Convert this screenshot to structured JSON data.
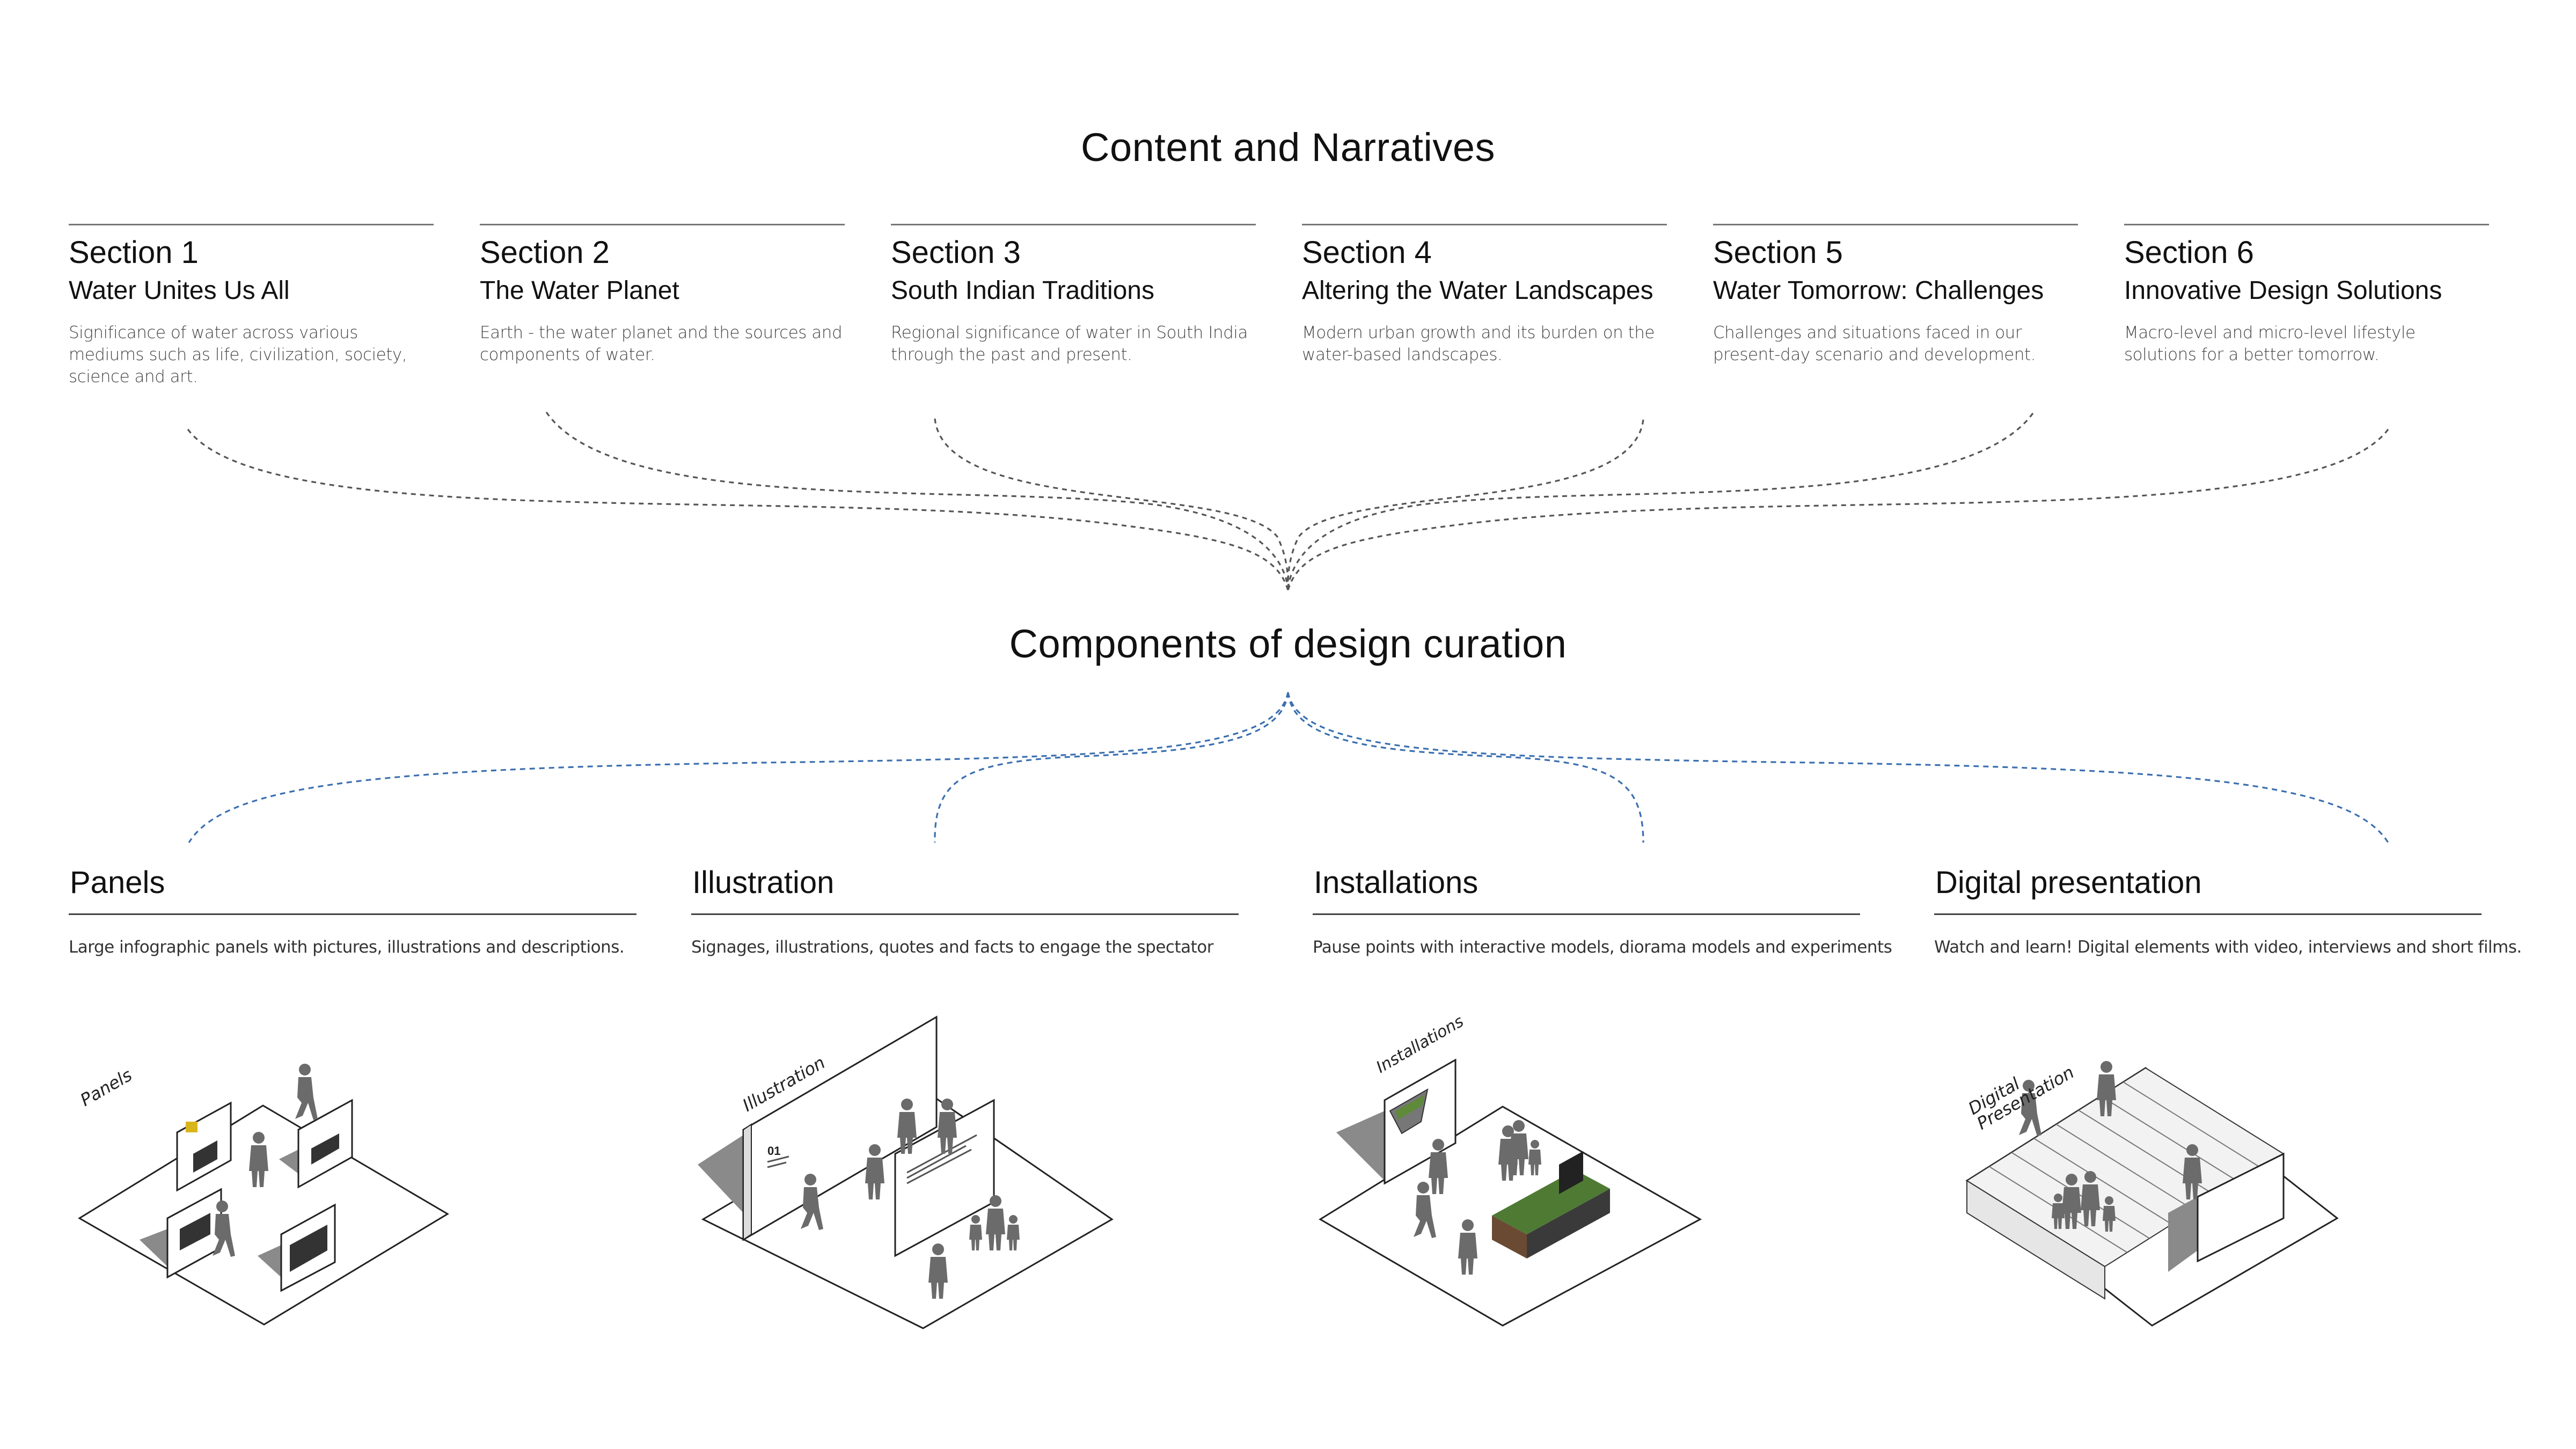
{
  "top_title": "Content and Narratives",
  "middle_title": "Components of design curation",
  "sections": [
    {
      "number": "Section 1",
      "name": "Water Unites Us All",
      "description": "Significance of water across various mediums such as life, civilization, society, science and art."
    },
    {
      "number": "Section 2",
      "name": "The Water Planet",
      "description": "Earth - the water planet and the sources and components of water."
    },
    {
      "number": "Section 3",
      "name": "South Indian Traditions",
      "description": "Regional significance of water in South India through the past and present."
    },
    {
      "number": "Section 4",
      "name": "Altering the Water Landscapes",
      "description": "Modern urban growth and its burden on the water-based landscapes."
    },
    {
      "number": "Section 5",
      "name": "Water Tomorrow: Challenges",
      "description": "Challenges and situations faced in our present-day scenario and development."
    },
    {
      "number": "Section 6",
      "name": "Innovative Design Solutions",
      "description": "Macro-level and micro-level lifestyle solutions for a better tomorrow."
    }
  ],
  "components": [
    {
      "heading": "Panels",
      "description": "Large infographic panels with pictures, illustrations and descriptions.",
      "vignette_label": "Panels"
    },
    {
      "heading": "Illustration",
      "description": "Signages, illustrations, quotes and facts to engage the spectator",
      "vignette_label": "Illustration"
    },
    {
      "heading": "Installations",
      "description": "Pause points with interactive models, diorama models and experiments",
      "vignette_label": "Installations"
    },
    {
      "heading": "Digital presentation",
      "description": "Watch and learn! Digital elements with video, interviews and short films.",
      "vignette_label": "Digital Presentation",
      "vignette_label_lines": [
        "Digital",
        "Presentation"
      ]
    }
  ],
  "colors": {
    "connector_top": "#555555",
    "connector_bottom": "#3a6fb0",
    "floor_stroke": "#222222",
    "shadow": "#8a8a8a",
    "figure": "#6b6b6b",
    "diorama_green": "#4f7a34"
  }
}
